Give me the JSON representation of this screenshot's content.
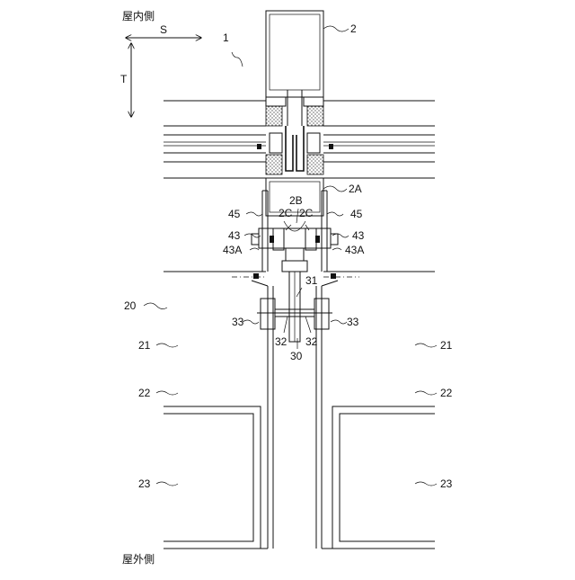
{
  "orientation": {
    "interior": "屋内側",
    "exterior": "屋外側",
    "axis_s": "S",
    "axis_t": "T"
  },
  "labels": {
    "n1": "1",
    "n2": "2",
    "n2A": "2A",
    "n2B": "2B",
    "n2C_left": "2C",
    "n2C_right": "2C",
    "n45_left": "45",
    "n45_right": "45",
    "n43_left": "43",
    "n43_right": "43",
    "n43A_left": "43A",
    "n43A_right": "43A",
    "n31": "31",
    "n20": "20",
    "n33_left": "33",
    "n33_right": "33",
    "n32_left": "32",
    "n32_right": "32",
    "n30": "30",
    "n21_left": "21",
    "n21_right": "21",
    "n22_left": "22",
    "n22_right": "22",
    "n23_left": "23",
    "n23_right": "23"
  }
}
